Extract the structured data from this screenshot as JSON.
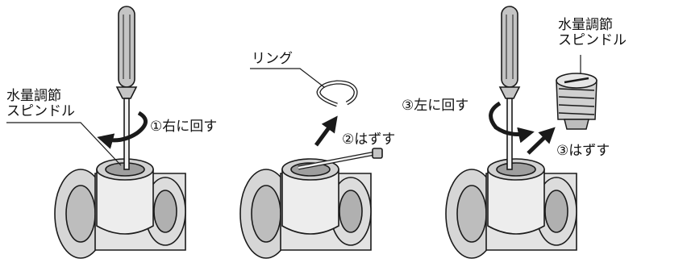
{
  "labels": {
    "spindle_left": "水量調節\nスピンドル",
    "step1": "①右に回す",
    "ring": "リング",
    "step2": "②はずす",
    "step3_turn": "③左に回す",
    "spindle_right": "水量調節\nスピンドル",
    "step3_remove": "③はずす"
  },
  "colors": {
    "line": "#1a1a1a",
    "fill_light": "#e8e8e8",
    "fill_mid": "#cfcfcf",
    "fill_dark": "#a9a9a9",
    "fill_handle": "#c4c4c4"
  }
}
